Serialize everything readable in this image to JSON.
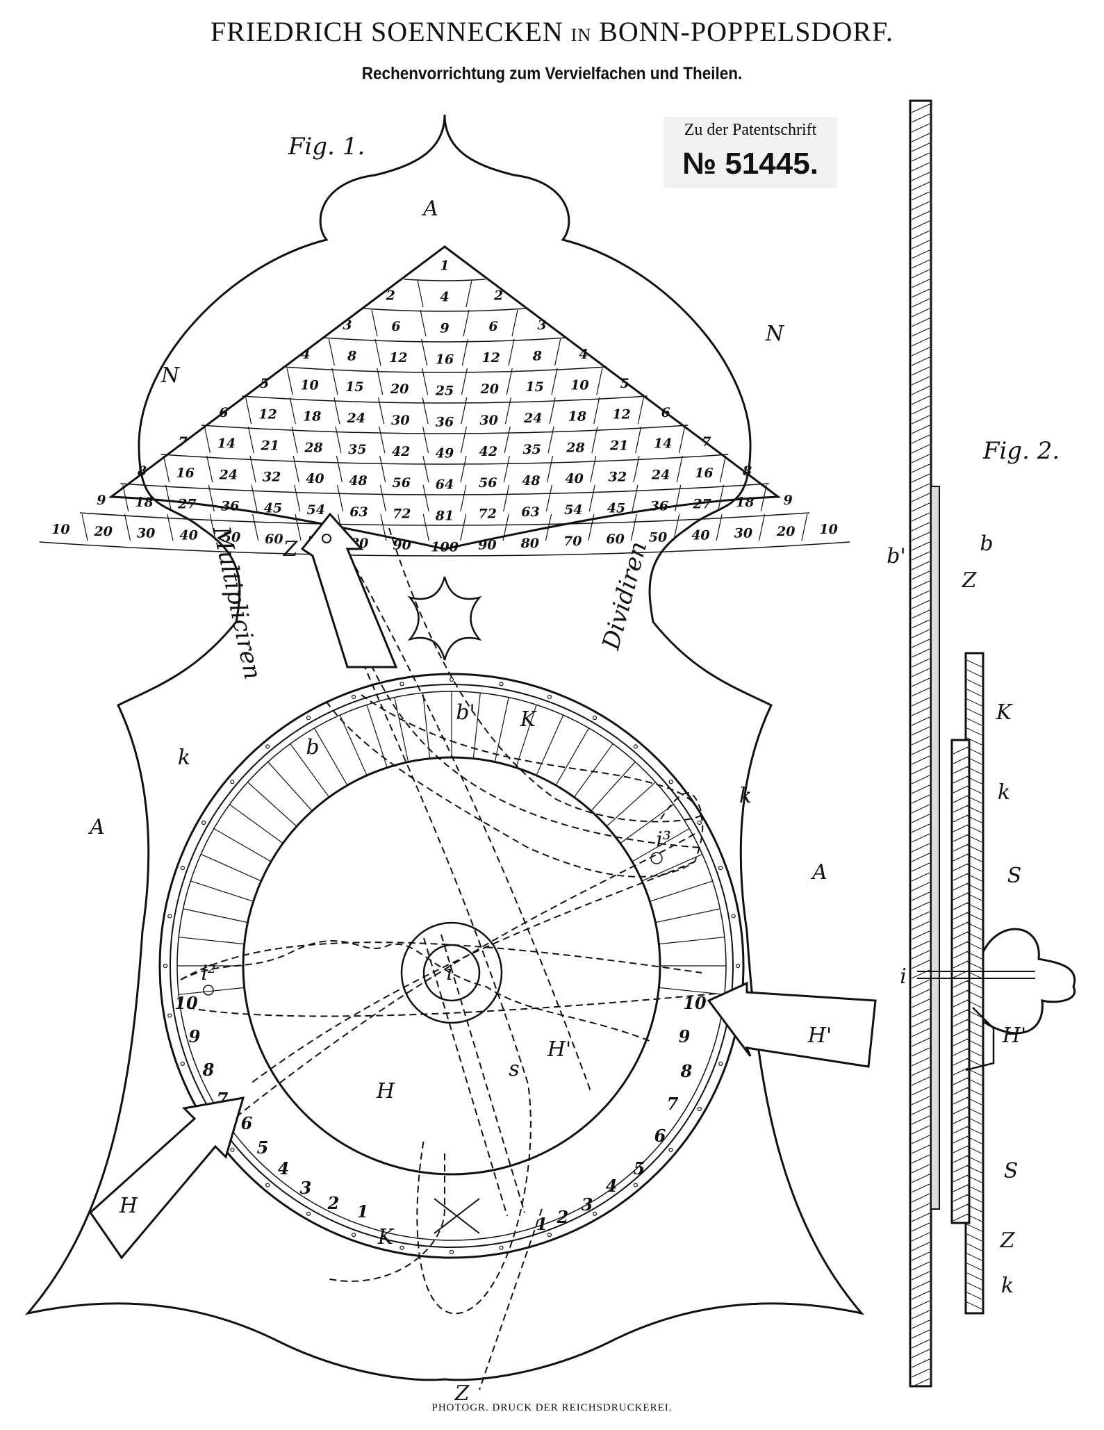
{
  "header": {
    "title_left": "FRIEDRICH SOENNECKEN",
    "title_mid": "IN",
    "title_right": "BONN-POPPELSDORF.",
    "subtitle": "Rechenvorrichtung zum Vervielfachen und Theilen."
  },
  "patent": {
    "line1": "Zu der Patentschrift",
    "line2": "№ 51445."
  },
  "footer": "PHOTOGR. DRUCK DER REICHSDRUCKEREI.",
  "figures": {
    "fig1": "Fig. 1.",
    "fig2": "Fig. 2."
  },
  "side_text": {
    "left": "Multipliciren",
    "right": "Dividiren"
  },
  "labels": {
    "A_top": "A",
    "A_left": "A",
    "A_right": "A",
    "N_left": "N",
    "N_right": "N",
    "Z_top": "Z",
    "Z_bottom": "Z",
    "K_top": "K",
    "K_bottom": "K",
    "k_left": "k",
    "k_right": "k",
    "b": "b",
    "b_prime": "b'",
    "H": "H",
    "H_center": "H",
    "H_prime": "H'",
    "H_prime_center": "H'",
    "s": "s",
    "i": "i",
    "i2": "i²",
    "i3": "i³"
  },
  "fig2_labels": {
    "b": "b",
    "b_prime": "b'",
    "Z_top": "Z",
    "K": "K",
    "k": "k",
    "S_top": "S",
    "i": "i",
    "H_prime": "H'",
    "S_bottom": "S",
    "Z_bottom": "Z",
    "k_bottom": "k"
  },
  "table_rows": [
    [
      "1"
    ],
    [
      "2",
      "4",
      "2"
    ],
    [
      "3",
      "6",
      "9",
      "6",
      "3"
    ],
    [
      "4",
      "8",
      "12",
      "16",
      "12",
      "8",
      "4"
    ],
    [
      "5",
      "10",
      "15",
      "20",
      "25",
      "20",
      "15",
      "10",
      "5"
    ],
    [
      "6",
      "12",
      "18",
      "24",
      "30",
      "36",
      "30",
      "24",
      "18",
      "12",
      "6"
    ],
    [
      "7",
      "14",
      "21",
      "28",
      "35",
      "42",
      "49",
      "42",
      "35",
      "28",
      "21",
      "14",
      "7"
    ],
    [
      "8",
      "16",
      "24",
      "32",
      "40",
      "48",
      "56",
      "64",
      "56",
      "48",
      "40",
      "32",
      "24",
      "16",
      "8"
    ],
    [
      "9",
      "18",
      "27",
      "36",
      "45",
      "54",
      "63",
      "72",
      "81",
      "72",
      "63",
      "54",
      "45",
      "36",
      "27",
      "18",
      "9"
    ],
    [
      "10",
      "20",
      "30",
      "40",
      "50",
      "60",
      "70",
      "80",
      "90",
      "100",
      "90",
      "80",
      "70",
      "60",
      "50",
      "40",
      "30",
      "20",
      "10"
    ]
  ],
  "dial_left": [
    "10",
    "9",
    "8",
    "7",
    "6",
    "5",
    "4",
    "3",
    "2",
    "1"
  ],
  "dial_right": [
    "10",
    "9",
    "8",
    "7",
    "6",
    "5",
    "4",
    "3",
    "2",
    "1"
  ]
}
